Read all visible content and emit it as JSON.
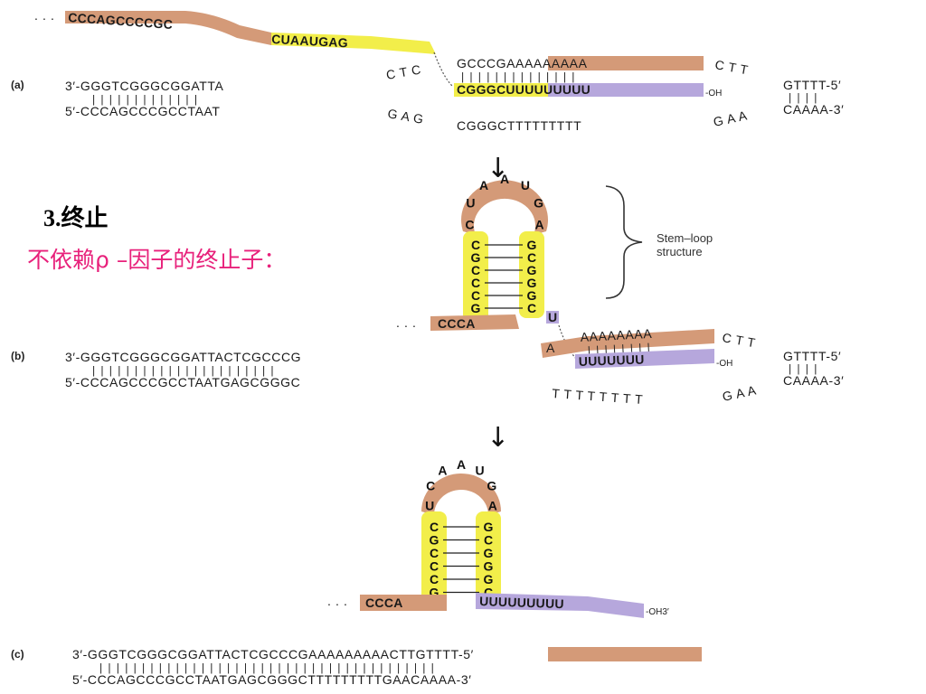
{
  "heading": {
    "number": "3.",
    "title": "终止",
    "subtitle": "不依赖ρ –因子的终止子："
  },
  "colors": {
    "orange": "#d49a78",
    "yellow": "#f2ee4a",
    "purple": "#b6a7dc",
    "subtitle": "#e8217b"
  },
  "panel_a": {
    "label": "(a)",
    "rna_ext_left": "CCCAGCCCCGC",
    "rna_ext_right": "CUAAUGAG",
    "top_strand": "3′-GGGTCGGGCGGATTA",
    "bottom_strand": "5′-CCCAGCCCGCCTAAT",
    "bubble_top_left": "C  T  C",
    "bubble_top_seq": "GCCCGAAAAAAAAA",
    "rna_paired": "CGGGCUUUUUUUUU",
    "oh": "-OH",
    "bubble_bottom_left": "G  A  G",
    "bubble_bottom_seq": "CGGGCTTTTTTTTT",
    "bubble_right_top": "C  T  T",
    "bubble_right_bottom": "G  A  A",
    "right_top": "GTTTT-5′",
    "right_bottom": "CAAAA-3′"
  },
  "panel_b": {
    "label": "(b)",
    "top_strand": "3′-GGGTCGGGCGGATTACTCGCCCG",
    "bottom_strand": "5′-CCCAGCCCGCCTAATGAGCGGGC",
    "rna_tail": "CCCA",
    "hairpin_loop": [
      "C",
      "U",
      "A",
      "A",
      "U",
      "G",
      "A"
    ],
    "stem_left": [
      "C",
      "G",
      "C",
      "C",
      "C",
      "G"
    ],
    "stem_right": [
      "G",
      "C",
      "G",
      "G",
      "G",
      "C"
    ],
    "bubble_top_seq": "AAAAAAAA",
    "rna_u_run": "UUUUUUU",
    "oh": "-OH",
    "bubble_bottom_seq": "T T T T T T T T",
    "bubble_right_top": "C  T  T",
    "bubble_right_bottom": "G  A  A",
    "right_top": "GTTTT-5′",
    "right_bottom": "CAAAA-3′",
    "brace_label": "Stem–loop\nstructure"
  },
  "panel_c": {
    "label": "(c)",
    "rna_tail": "CCCA",
    "hairpin_loop": [
      "U",
      "C",
      "A",
      "A",
      "U",
      "G",
      "A"
    ],
    "stem_left": [
      "C",
      "G",
      "C",
      "C",
      "C",
      "G"
    ],
    "stem_right": [
      "G",
      "C",
      "G",
      "G",
      "G",
      "C"
    ],
    "rna_u_run": "UUUUUUUUU",
    "oh": "-OH3′",
    "top_strand_left": "3′-GGGTCGGGCGGATTACTCGCCCG",
    "top_strand_highlight": "AAAAAAAAA",
    "top_strand_right": "CTTGTTTT-5′",
    "bottom_strand": "5′-CCCAGCCCGCCTAATGAGCGGGCTTTTTTTTTGAACAAAA-3′"
  },
  "arrows": [
    "↓",
    "↓"
  ]
}
